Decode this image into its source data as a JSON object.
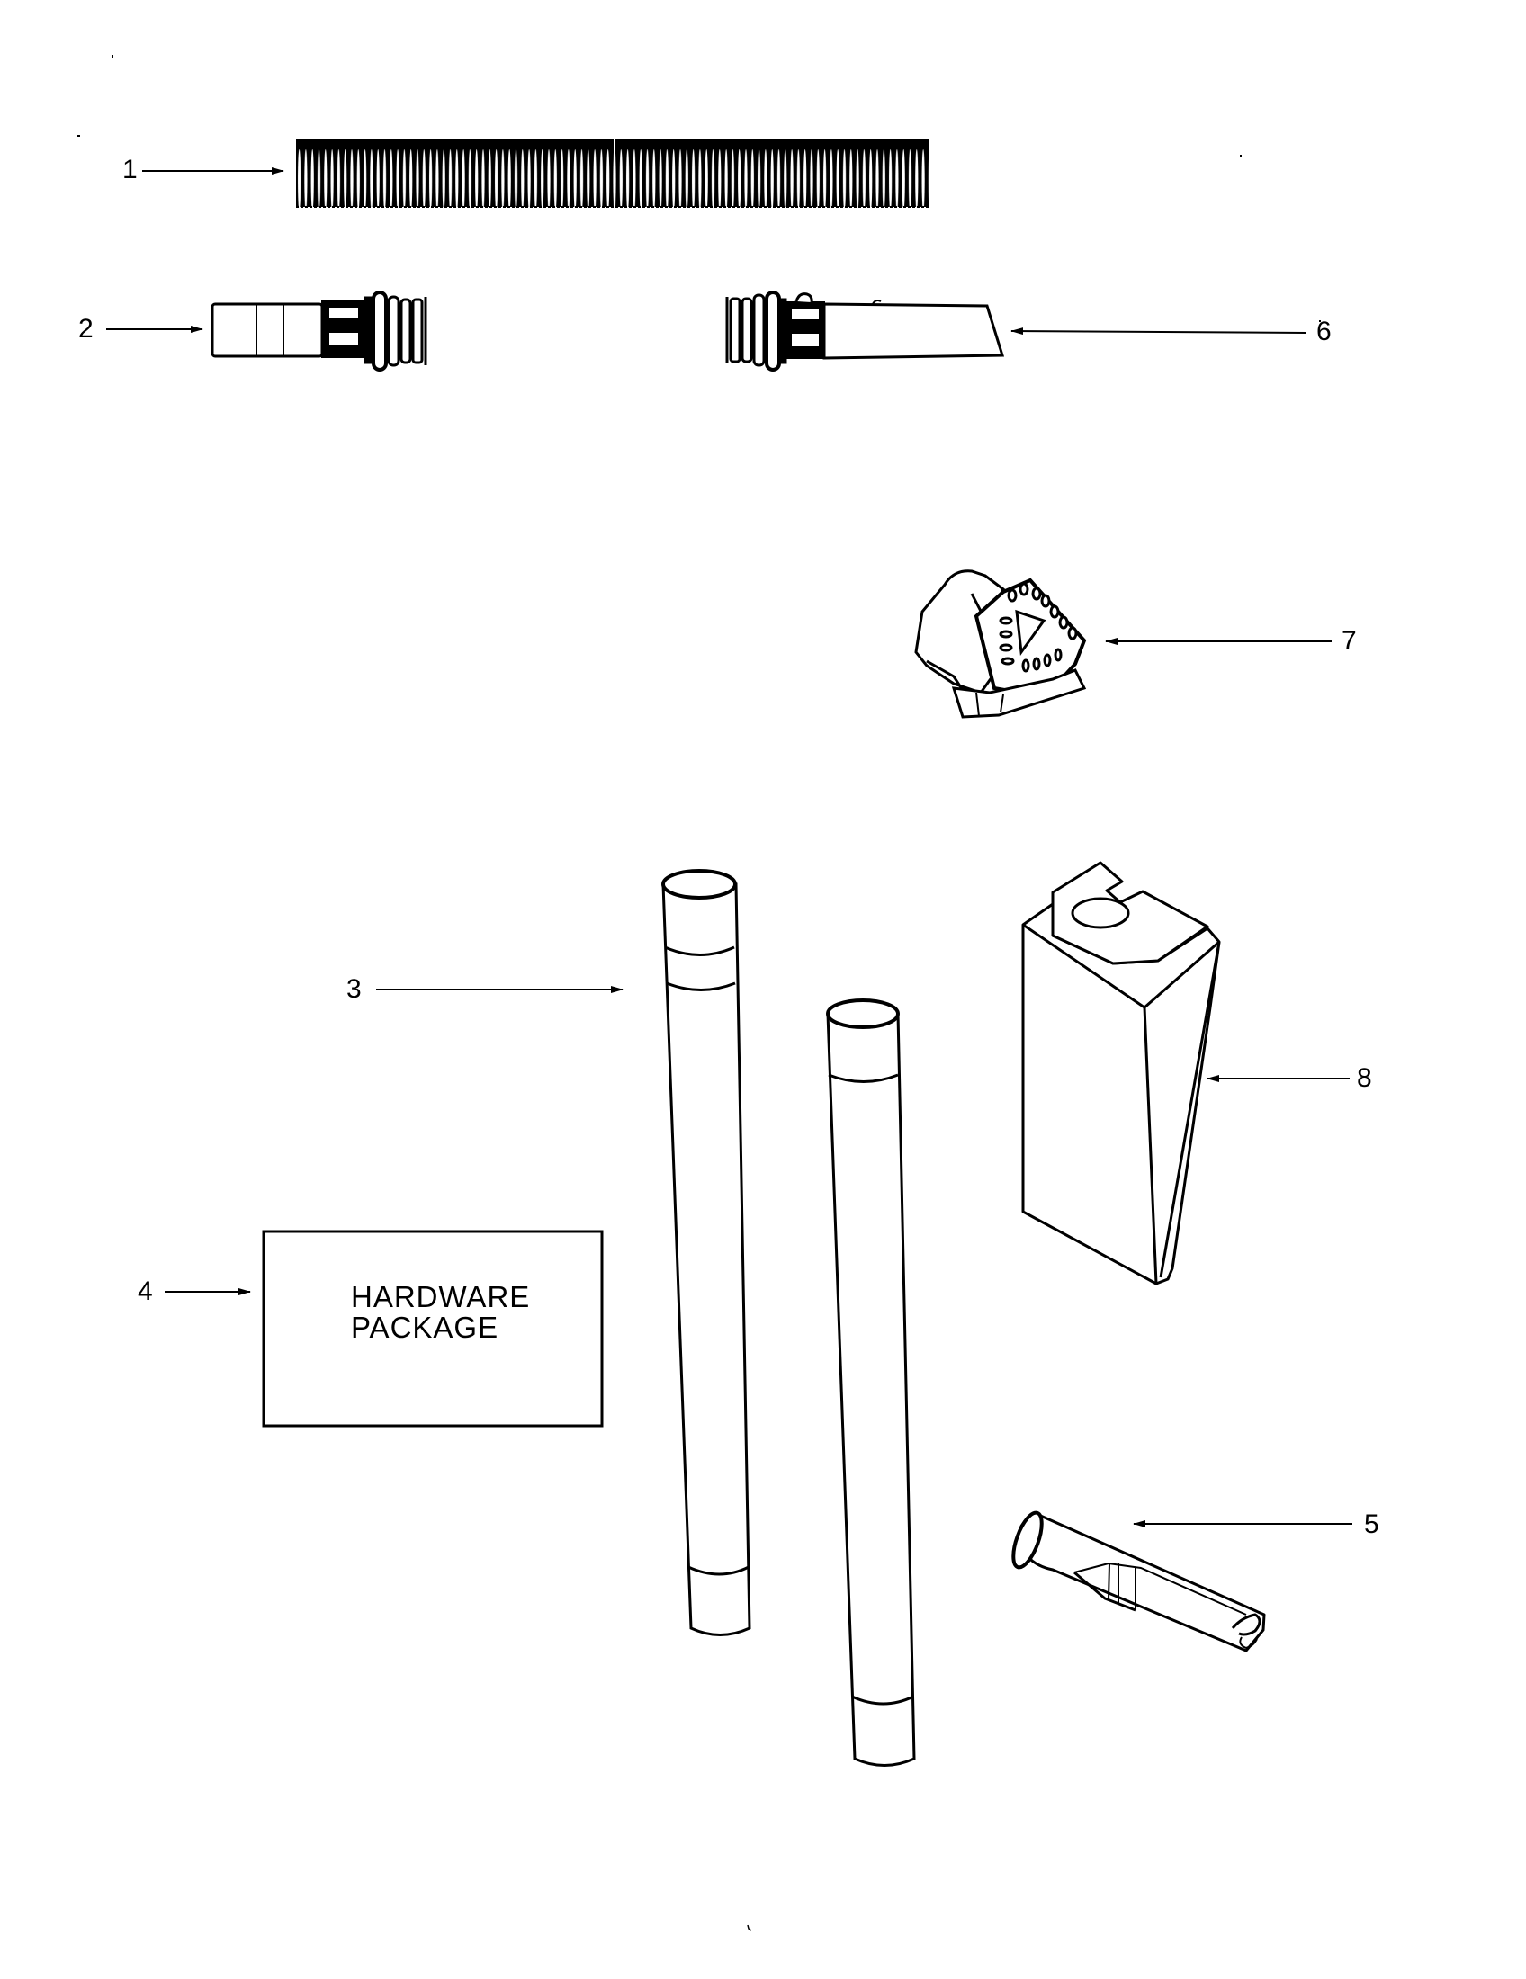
{
  "diagram": {
    "type": "exploded parts diagram",
    "subject": "vacuum attachment accessories",
    "callouts": [
      {
        "id": "1",
        "label": "1",
        "part": "flexible hose"
      },
      {
        "id": "2",
        "label": "2",
        "part": "hose end / handle connector"
      },
      {
        "id": "3",
        "label": "3",
        "part": "extension wands"
      },
      {
        "id": "4",
        "label": "4",
        "part": "hardware package"
      },
      {
        "id": "5",
        "label": "5",
        "part": "crevice tool"
      },
      {
        "id": "6",
        "label": "6",
        "part": "hose end with nozzle"
      },
      {
        "id": "7",
        "label": "7",
        "part": "dusting brush"
      },
      {
        "id": "8",
        "label": "8",
        "part": "filter bag"
      }
    ],
    "hardware_box": {
      "line1": "HARDWARE",
      "line2": "PACKAGE"
    }
  },
  "colors": {
    "ink": "#000000",
    "paper": "#ffffff"
  }
}
